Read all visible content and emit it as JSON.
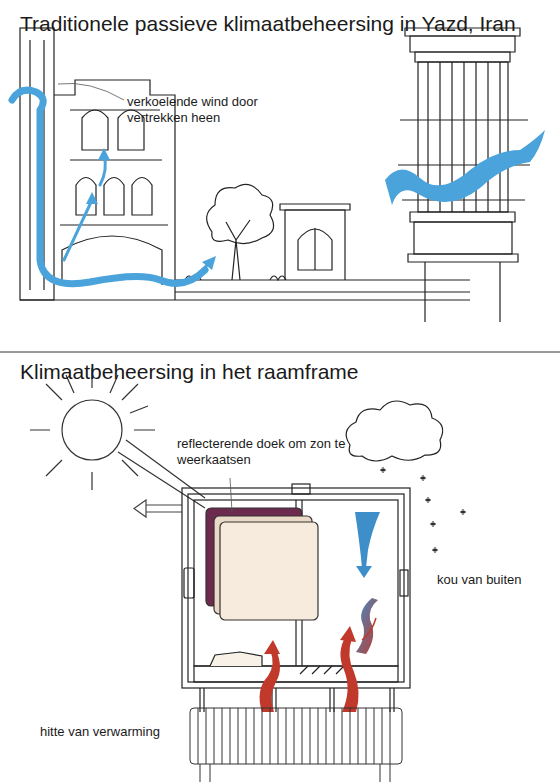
{
  "diagram": {
    "title": "Traditionele passieve klimaatbeheersing in Yazd, Iran",
    "labels": [
      "Klimaatbeheersing in het raamframe",
      "verkoelende wind door vertrekken heen",
      "reflecterende doek om zon te weerkaatsen",
      "kou van buiten",
      "hitte van verwarming"
    ]
  }
}
